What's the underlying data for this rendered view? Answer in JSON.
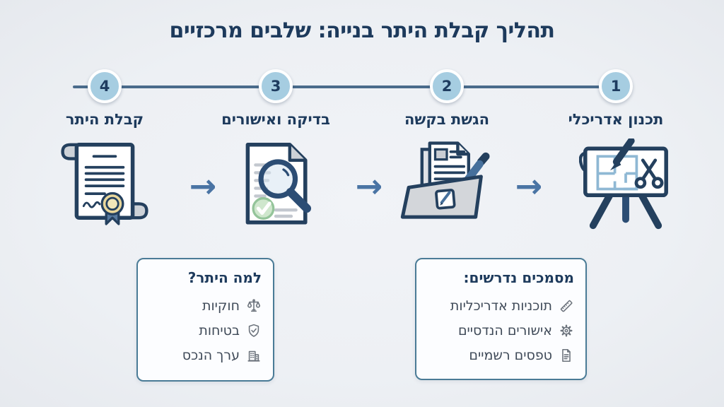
{
  "title": "תהליך קבלת היתר בנייה: שלבים מרכזיים",
  "arrow_glyph": "→",
  "steps": [
    {
      "number": "1",
      "label": "תכנון אדריכלי",
      "icon": "architect-easel-blueprint-icon"
    },
    {
      "number": "2",
      "label": "הגשת בקשה",
      "icon": "folder-document-pen-icon"
    },
    {
      "number": "3",
      "label": "בדיקה ואישורים",
      "icon": "document-magnifier-check-icon"
    },
    {
      "number": "4",
      "label": "קבלת היתר",
      "icon": "certificate-seal-ribbon-icon"
    }
  ],
  "boxes": {
    "why_permit": {
      "title": "למה היתר?",
      "items": [
        {
          "label": "חוקיות",
          "icon": "scales-icon"
        },
        {
          "label": "בטיחות",
          "icon": "shield-check-icon"
        },
        {
          "label": "ערך הנכס",
          "icon": "building-icon"
        }
      ]
    },
    "required_documents": {
      "title": "מסמכים נדרשים:",
      "items": [
        {
          "label": "תוכניות אדריכליות",
          "icon": "ruler-icon"
        },
        {
          "label": "אישורים הנדסיים",
          "icon": "gear-icon"
        },
        {
          "label": "טפסים רשמיים",
          "icon": "document-icon"
        }
      ]
    }
  },
  "colors": {
    "background": "#edf0f4",
    "title_navy": "#1d3a5c",
    "circle_fill": "#a6cde1",
    "timeline_line": "#4a6b8b",
    "arrow_blue": "#4a74a4",
    "box_border": "#4a7b96",
    "item_text": "#3f4a58",
    "icon_gray": "#6c737c",
    "icon_navy": "#24405e",
    "blueprint_blue": "#8fb8d4",
    "pen_steel_blue": "#46709c",
    "seal_gold": "#e9d79b",
    "check_green": "#cfe7cd"
  }
}
